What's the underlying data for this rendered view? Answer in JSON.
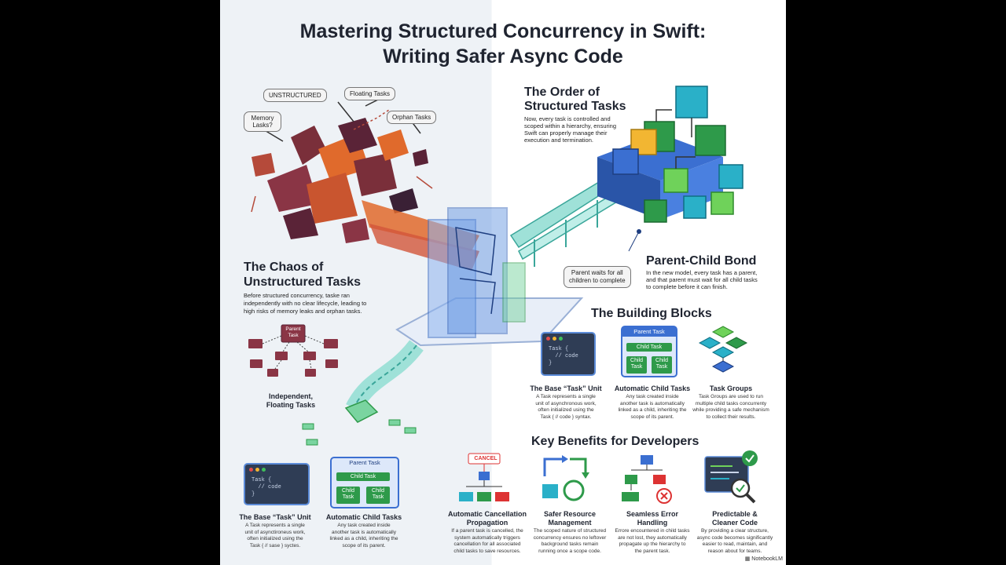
{
  "title": {
    "line1": "Mastering Structured Concurrency in Swift:",
    "line2": "Writing Safer Async Code"
  },
  "chaos": {
    "bubbles": [
      "UNSTRUCTURED",
      "Floating Tasks",
      "Memory Lasks?",
      "Orphan Tasks"
    ],
    "heading1": "The Chaos of",
    "heading2": "Unstructured Tasks",
    "body1": "Before structured concurrency, taske ran",
    "body2": "independently with no clear lifecycle, leading to",
    "body3": "high risks of memory leaks and orphan tasks.",
    "tree_root": "Parent Task",
    "tree_caption1": "Independent,",
    "tree_caption2": "Floating Tasks"
  },
  "order": {
    "heading1": "The Order of",
    "heading2": "Structured Tasks",
    "body1": "Now, every task is controlled and",
    "body2": "scoped within a hierarchy, ensuring",
    "body3": "Swift can properly manage their",
    "body4": "execution and termination."
  },
  "bond": {
    "bubble1": "Parent waits for all",
    "bubble2": "children to complete",
    "heading": "Parent-Child Bond",
    "body1": "In the new model, every task has a parent,",
    "body2": "and that parent must wait for all child tasks",
    "body3": "to complete before it can finish."
  },
  "building_blocks": {
    "heading": "The Building Blocks",
    "code": "Task {\n  // code\n}",
    "parent_label": "Parent Task",
    "child_label": "Child Task",
    "child_small": "Child\nTask",
    "items": [
      {
        "title": "The Base “Task” Unit",
        "body": "A Task represents a single\nunit of asynchronous work,\noften initialized using the\nTask { // code } syntax."
      },
      {
        "title": "Automatic Child Tasks",
        "body": "Any task created inside\nanother task is automatically\nlinked as a child, inheriting the\nscope of its parent."
      },
      {
        "title": "Task Groups",
        "body": "Task Groups are used to run\nmultiple child tasks concurrenty\nwhile providing a safe mechanism\nto collect their results."
      }
    ]
  },
  "bottom_left": {
    "code": "Task {\n  // code\n}",
    "parent_label": "Parent Task",
    "child_label": "Child Task",
    "child_small": "Child\nTask",
    "items": [
      {
        "title": "The Base “Task” Unit",
        "body": "A Task represents a single\nunit of asynctironeus work,\noften initialized using the\nTask { // sase } syctes."
      },
      {
        "title": "Automatic Child Tasks",
        "body": "Any task created inside\nanother task is automatically\nlinked as a child, inheriting the\nscope of its parent."
      }
    ]
  },
  "benefits": {
    "heading": "Key Benefits for Developers",
    "cancel_label": "CANCEL",
    "items": [
      {
        "title": "Automatic Cancellation\nPropagation",
        "body": "If a parent task is cancelled, the\nsystem automatically triggers\ncancellation for all associated\nchild tasks to save resources."
      },
      {
        "title": "Safer Resource\nManagement",
        "body": "The scoped nature of structured\nconcurrency ensures no leftover\nbackground tasks remain\nrunning once a scope code."
      },
      {
        "title": "Seamless Error\nHandling",
        "body": "Errore encountered in child tasks\nare not lost, they automatically\npropagate up the hierarchy to\nthe parent task."
      },
      {
        "title": "Predictable &\nCleaner Code",
        "body": "By providing a clear structure,\nasync code becomes significantly\neasier to read, maintain, and\nreason about for teams."
      }
    ]
  },
  "brand": "NotebookLM",
  "colors": {
    "blue": "#3b6fd1",
    "green": "#2e9a4a",
    "chaos_red": "#7a2f3a",
    "orange": "#e06a2c",
    "teal": "#4cc3b0"
  }
}
